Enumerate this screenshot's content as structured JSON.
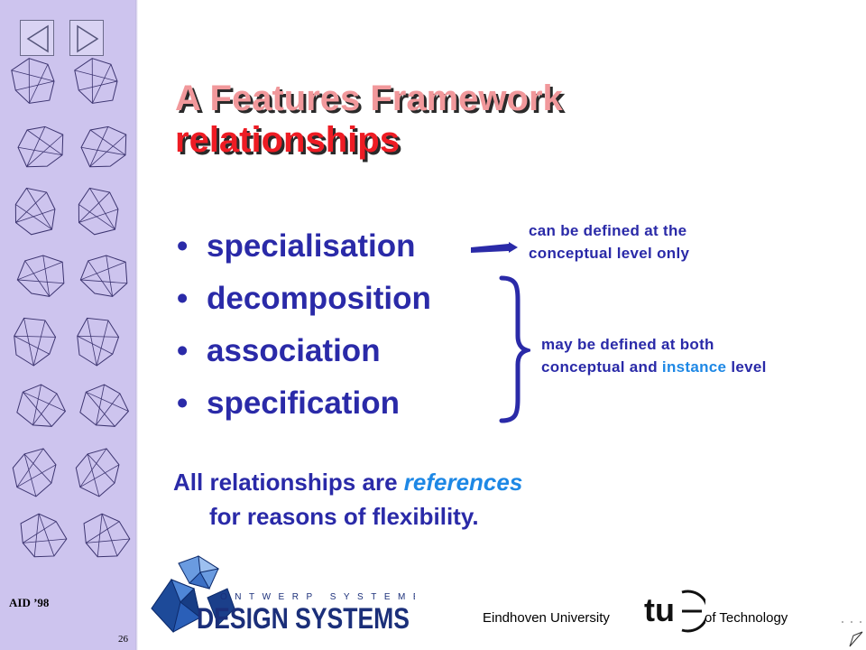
{
  "sidebar": {
    "footer_label": "AID ’98",
    "page_number": "26"
  },
  "title": {
    "line1": "A Features Framework",
    "line2": "relationships"
  },
  "bullets": [
    {
      "marker": "•",
      "label": "specialisation"
    },
    {
      "marker": "•",
      "label": "decomposition"
    },
    {
      "marker": "•",
      "label": "association"
    },
    {
      "marker": "•",
      "label": "specification"
    }
  ],
  "note_conceptual": {
    "line1": "can be defined at the",
    "line2": "conceptual level only"
  },
  "note_both": {
    "line1": "may be defined at both",
    "line2_pre": "conceptual and ",
    "line2_highlight": "instance",
    "line2_post": " level"
  },
  "summary": {
    "pre": "All relationships are ",
    "emphasis": "references",
    "line2": "for reasons of flexibility."
  },
  "ods_logo": {
    "top_text": "ONTWERP SYSTEMEN",
    "main_text": "DESIGN SYSTEMS"
  },
  "tue": {
    "text_left": "Eindhoven University",
    "logo_text": "tu",
    "text_right": "of Technology"
  },
  "colors": {
    "accent_blue": "#2a2aa8",
    "highlight_blue": "#1e88e5",
    "title_pink": "#f1989b",
    "title_red": "#ee1c24",
    "sidebar_bg": "#cdc4ee"
  }
}
